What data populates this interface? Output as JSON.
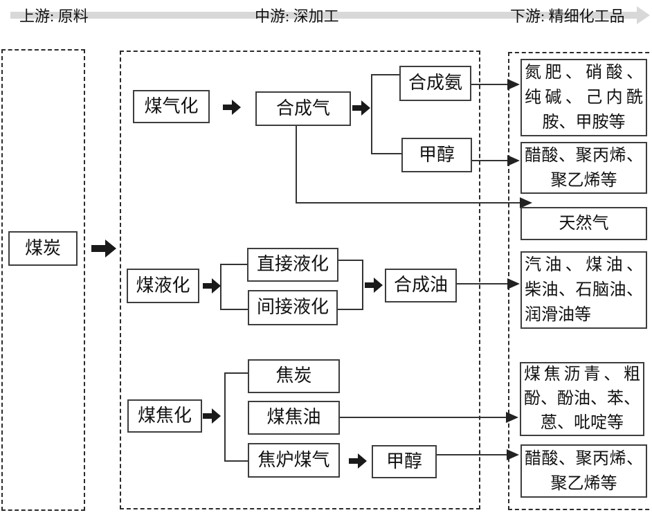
{
  "banner": {
    "upstream_label": "上游: 原料",
    "midstream_label": "中游: 深加工",
    "downstream_label": "下游: 精细化工品"
  },
  "nodes": {
    "coal": "煤炭",
    "gasification": "煤气化",
    "syngas": "合成气",
    "synthetic_ammonia": "合成氨",
    "methanol_top": "甲醇",
    "liquefaction": "煤液化",
    "direct_liquefaction": "直接液化",
    "indirect_liquefaction": "间接液化",
    "synthetic_oil": "合成油",
    "coking": "煤焦化",
    "coke": "焦炭",
    "coal_tar": "煤焦油",
    "coke_oven_gas": "焦炉煤气",
    "methanol_bottom": "甲醇"
  },
  "products": {
    "ammonia_products": [
      "氮肥、硝酸、",
      "纯碱、己内酰",
      "胺、甲胺等"
    ],
    "methanol_products_top": [
      "醋酸、聚丙烯、",
      "聚乙烯等"
    ],
    "natural_gas": "天然气",
    "oil_products": [
      "汽油、煤油、",
      "柴油、石脑油、",
      "润滑油等"
    ],
    "tar_products": [
      "煤焦沥青、粗",
      "酚、酚油、苯、",
      "蒽、吡啶等"
    ],
    "methanol_products_bottom": [
      "醋酸、聚丙烯、",
      "聚乙烯等"
    ]
  },
  "colors": {
    "banner_bar": "#d8d8d8",
    "box_border": "#3d3d3d",
    "connector_line": "#333333",
    "bold_arrow": "#1a1a1a",
    "text": "#111111"
  }
}
